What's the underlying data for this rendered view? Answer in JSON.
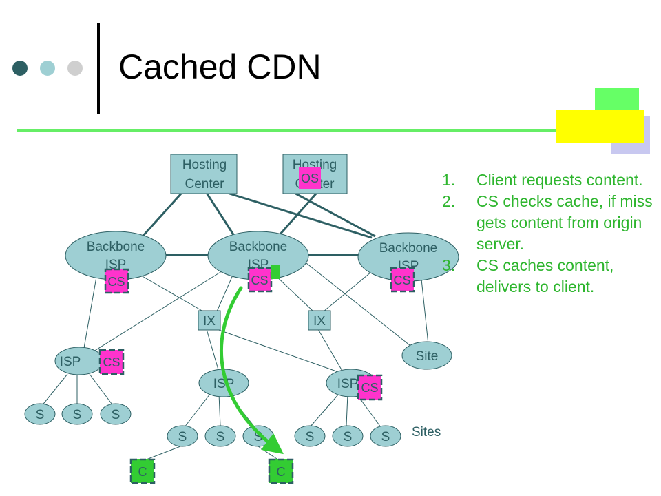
{
  "slide": {
    "title": "Cached CDN",
    "colors": {
      "dot_dark": "#2d5f63",
      "dot_mid": "#9ecfd3",
      "dot_light": "#cfcfcf",
      "rule_green": "#66ee66",
      "deco_green": "#66ff66",
      "deco_yellow": "#ffff00",
      "deco_lavender": "#c8c8f0",
      "node_fill": "#9ecfd3",
      "cache_pink": "#ff33cc",
      "client_green": "#33cc33",
      "arrow_green": "#33cc33",
      "step_text": "#2db52d"
    }
  },
  "diagram": {
    "hosting_centers": [
      {
        "id": "hc1",
        "label_line1": "Hosting",
        "label_line2": "Center"
      },
      {
        "id": "hc2",
        "label_line1": "Hosting",
        "label_line2": "Center"
      }
    ],
    "origin_server_label": "OS",
    "backbones": [
      {
        "id": "bb1",
        "label_line1": "Backbone",
        "label_line2": "ISP"
      },
      {
        "id": "bb2",
        "label_line1": "Backbone",
        "label_line2": "ISP"
      },
      {
        "id": "bb3",
        "label_line1": "Backbone",
        "label_line2": "ISP"
      }
    ],
    "cache_label": "CS",
    "ix_label": "IX",
    "isp_label": "ISP",
    "site_label": "Site",
    "site_leaf_label": "S",
    "client_label": "C",
    "sites_caption": "Sites"
  },
  "steps": [
    {
      "num": "1.",
      "text": "Client requests content."
    },
    {
      "num": "2.",
      "text": "CS checks cache, if miss gets content from origin server."
    },
    {
      "num": "3.",
      "text": "CS caches content, delivers to client."
    }
  ]
}
